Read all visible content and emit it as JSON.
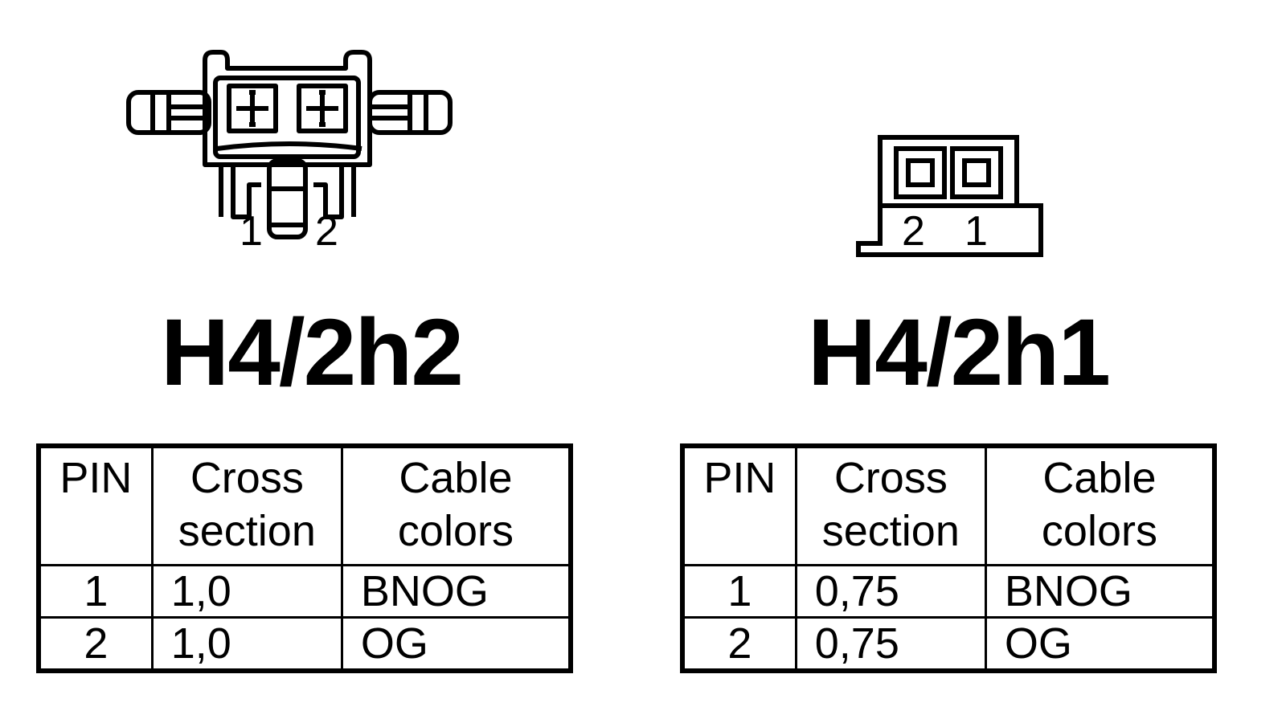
{
  "connectors": [
    {
      "id": "H4/2h2",
      "title": "H4/2h2",
      "pin_labels": [
        "1",
        "2"
      ],
      "table": {
        "headers": [
          {
            "line1": "PIN",
            "line2": ""
          },
          {
            "line1": "Cross",
            "line2": "section"
          },
          {
            "line1": "Cable",
            "line2": "colors"
          }
        ],
        "rows": [
          {
            "pin": "1",
            "cross_section": "1,0",
            "cable_colors": "BNOG"
          },
          {
            "pin": "2",
            "cross_section": "1,0",
            "cable_colors": "OG"
          }
        ]
      }
    },
    {
      "id": "H4/2h1",
      "title": "H4/2h1",
      "pin_labels": [
        "2",
        "1"
      ],
      "table": {
        "headers": [
          {
            "line1": "PIN",
            "line2": ""
          },
          {
            "line1": "Cross",
            "line2": "section"
          },
          {
            "line1": "Cable",
            "line2": "colors"
          }
        ],
        "rows": [
          {
            "pin": "1",
            "cross_section": "0,75",
            "cable_colors": "BNOG"
          },
          {
            "pin": "2",
            "cross_section": "0,75",
            "cable_colors": "OG"
          }
        ]
      }
    }
  ]
}
